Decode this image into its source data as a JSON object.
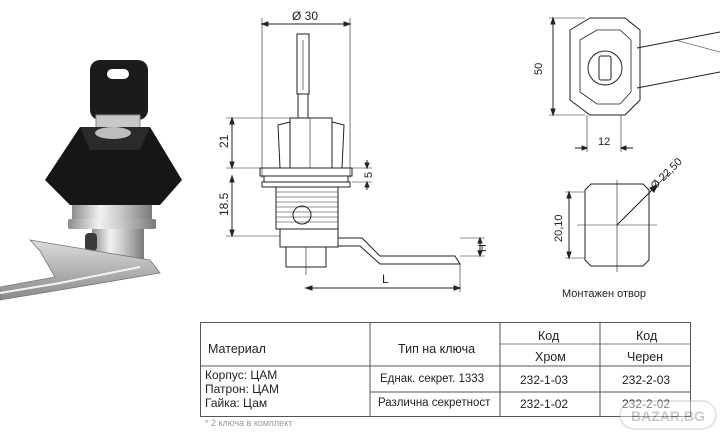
{
  "drawing": {
    "dims": {
      "diameter_30": "Ø 30",
      "h_21": "21",
      "h_18_5": "18.5",
      "h_5": "5",
      "h_H": "H",
      "len_L": "L",
      "h_50": "50",
      "w_12": "12",
      "diam_22_50": "Ø 22,50",
      "h_20_10": "20,10"
    },
    "mount_caption": "Монтажен отвор"
  },
  "table": {
    "material_header": "Материал",
    "key_type_header": "Тип на ключа",
    "code_header_1": "Код",
    "code_header_2": "Код",
    "chrome_header": "Хром",
    "black_header": "Черен",
    "materials": [
      "Корпус: ЦАМ",
      "Патрон: ЦАМ",
      "Гайка: Цам"
    ],
    "rows": [
      {
        "key_type": "Еднак. секрет. 1333",
        "chrome": "232-1-03",
        "black": "232-2-03"
      },
      {
        "key_type": "Различна секретност",
        "chrome": "232-1-02",
        "black": "232-2-02"
      }
    ],
    "footnote": "* 2 ключа в комплект"
  },
  "watermark": "BAZAR.BG"
}
